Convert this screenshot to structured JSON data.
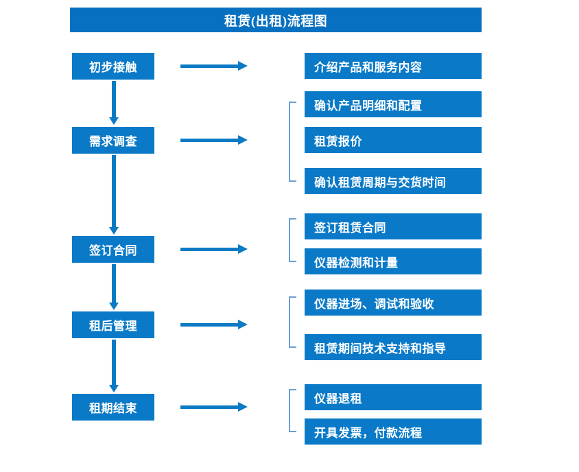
{
  "diagram": {
    "title": "租赁(出租)流程图",
    "colors": {
      "title_bar": "#0770c0",
      "node": "#0a7ac8",
      "arrow": "#0b7ac4",
      "bracket": "#6b9fd4",
      "node_text": "#ffffff",
      "background": "#ffffff"
    },
    "stages": [
      {
        "id": "stage-1",
        "label": "初步接触"
      },
      {
        "id": "stage-2",
        "label": "需求调查"
      },
      {
        "id": "stage-3",
        "label": "签订合同"
      },
      {
        "id": "stage-4",
        "label": "租后管理"
      },
      {
        "id": "stage-5",
        "label": "租期结束"
      }
    ],
    "details": [
      {
        "id": "detail-1-1",
        "label": "介绍产品和服务内容",
        "group": 1
      },
      {
        "id": "detail-2-1",
        "label": "确认产品明细和配置",
        "group": 2
      },
      {
        "id": "detail-2-2",
        "label": "租赁报价",
        "group": 2
      },
      {
        "id": "detail-2-3",
        "label": "确认租赁周期与交货时间",
        "group": 2
      },
      {
        "id": "detail-3-1",
        "label": "签订租赁合同",
        "group": 3
      },
      {
        "id": "detail-3-2",
        "label": "仪器检测和计量",
        "group": 3
      },
      {
        "id": "detail-4-1",
        "label": "仪器进场、调试和验收",
        "group": 4
      },
      {
        "id": "detail-4-2",
        "label": "租赁期间技术支持和指导",
        "group": 4
      },
      {
        "id": "detail-5-1",
        "label": "仪器退租",
        "group": 5
      },
      {
        "id": "detail-5-2",
        "label": "开具发票，付款流程",
        "group": 5
      }
    ],
    "connectors": {
      "horizontal_arrow_icon": "arrow-right-icon",
      "vertical_arrow_icon": "arrow-down-icon",
      "group_bracket_icon": "left-bracket-icon"
    }
  }
}
